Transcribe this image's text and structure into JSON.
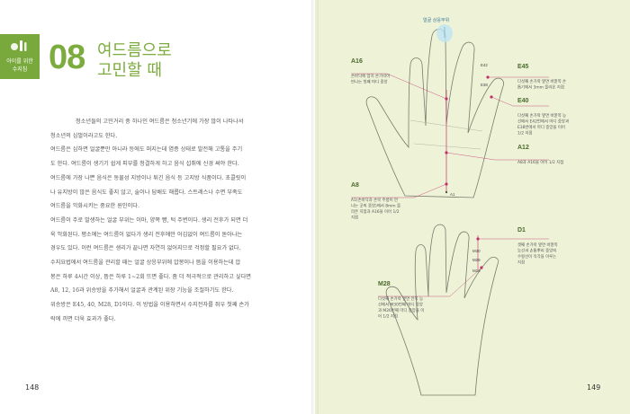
{
  "badge": {
    "line1": "아이를 위한",
    "line2": "수지침"
  },
  "chapter": {
    "number": "08",
    "title_line1": "여드름으로",
    "title_line2": "고민할 때"
  },
  "body": [
    {
      "indent": true,
      "text": "청소년들의 고민거리 중 하나인 여드름은 청소년기에 가장 많이 나타나서"
    },
    {
      "indent": false,
      "text": "청소년의 심벌이라고도 한다."
    },
    {
      "indent": false,
      "text": "여드름은 심하면 얼굴뿐만 아니라 등에도 퍼지는데 염증 상태로 발전해 고통을 주기"
    },
    {
      "indent": false,
      "text": "도 한다. 여드름이 생기기 쉽게 피부를 청결하게 하고 음식 섭취에 신경 써야 한다."
    },
    {
      "indent": false,
      "text": "여드름에 가장 나쁜 음식은 동물성 지방이나 튀긴 음식 등 고지방 식품이다. 초콜릿이"
    },
    {
      "indent": false,
      "text": "나 유지방이 많은 음식도 좋지 않고, 술이나 담배도 해롭다. 스트레스나 수면 부족도"
    },
    {
      "indent": false,
      "text": "여드름을 악화시키는 중요한 원인이다."
    },
    {
      "indent": false,
      "text": "여드름이 주로 발생하는 얼굴 부위는 이마, 양쪽 뺨, 턱 주변이다. 생리 전후가 되면 더"
    },
    {
      "indent": false,
      "text": "욱 악화된다. 평소에는 여드름이 없다가 생리 전후에만 어김없이 여드름이 돋아나는"
    },
    {
      "indent": false,
      "text": "경우도 있다. 이런 여드름은 생리가 끝나면 자연히 없어지므로 걱정할 필요가 없다."
    },
    {
      "indent": false,
      "text": "수지요법에서 여드름을 관리할 때는 얼굴 상응부위에 압봉이나 뜸을 이용하는데 압"
    },
    {
      "indent": false,
      "text": "봉은 하루 4시간 이상, 뜸은 하루 1~2회 뜨면 좋다. 좀 더 적극적으로 관리하고 싶다면"
    },
    {
      "indent": false,
      "text": "A8, 12, 16과 위승방을 추가해서 얼굴과 관계된 위장 기능을 조절하기도 한다."
    },
    {
      "indent": false,
      "text": "위승방은 E45, 40, M28, D1이다. 이 방법을 이용하면서 수지전자를 쥐우 첫째 손가"
    },
    {
      "indent": false,
      "text": "락에 끼면 더욱 효과가 좋다."
    }
  ],
  "folio": {
    "left": "148",
    "right": "149"
  },
  "diagram": {
    "top_label": "얼굴 상응부위",
    "points": [
      {
        "code": "A16",
        "desc": [
          "손바닥에 엄지 손가락이",
          "만나는 첫째 마디 중앙"
        ]
      },
      {
        "code": "E45",
        "desc": [
          "다섯째 손가락 옆면 바깥쪽 손",
          "톱기에서 3mm 올라온 지점"
        ]
      },
      {
        "code": "E40",
        "desc": [
          "다섯째 손가락 옆면 바깥쪽 능",
          "선에서 E42번에서 마디 중앙과",
          "E38번에서 마디 중앙을 이어",
          "1/2 지점"
        ]
      },
      {
        "code": "A12",
        "desc": [
          "A8과 A16을 이어 1/2 지점"
        ]
      },
      {
        "code": "A8",
        "desc": [
          "A1(손바닥과 손목 주름이 만",
          "나는 곳의 중앙)에서 8mm 올",
          "라온 지점과 A16을 이어 1/2",
          "지점"
        ]
      },
      {
        "code": "D1",
        "desc": [
          "셋째 손가락 옆면 바깥쪽",
          "능선과 손톱뿌리 중앙의",
          "수평선이 직각을 이루는",
          "지점"
        ]
      },
      {
        "code": "M28",
        "desc": [
          "다섯째 손가락 옆면 안쪽 능",
          "선에서 M30번째 마디 중앙",
          "과 M26번째 마디 중앙을 이",
          "어 1/2 지점"
        ]
      }
    ],
    "tags": {
      "e42": "E42",
      "e38": "E38",
      "a1": "A1",
      "m30": "M30",
      "m29": "M29",
      "m26": "M26"
    }
  }
}
